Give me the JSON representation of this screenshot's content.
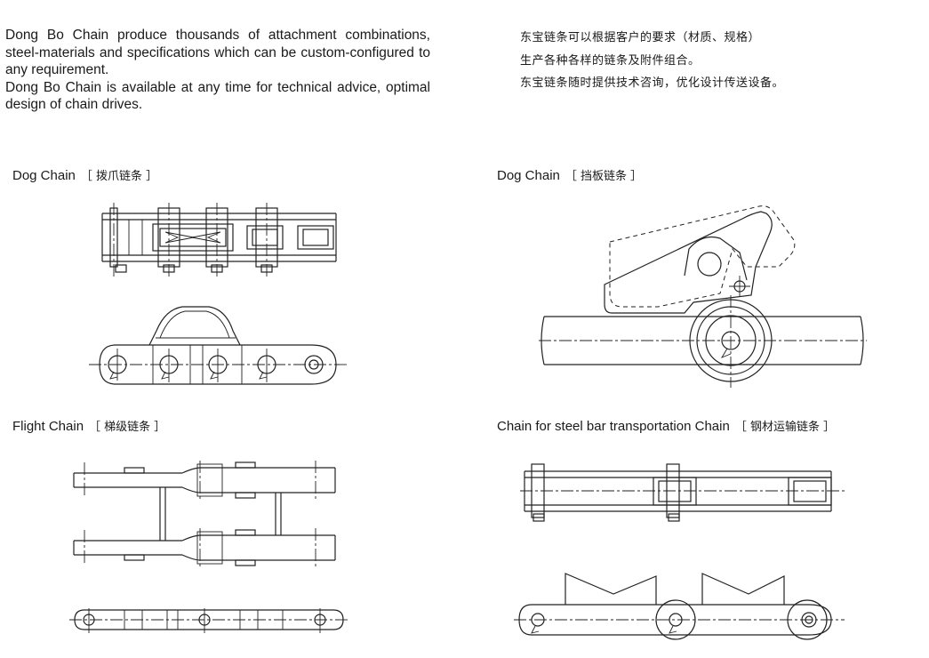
{
  "intro": {
    "en": [
      "Dong Bo Chain produce thousands of attachment combinations, steel-materials and specifications which can be custom-configured to any requirement.",
      "Dong Bo Chain is available at any time for technical advice, optimal design of chain drives."
    ],
    "zh": [
      "东宝链条可以根据客户的要求（材质、规格）",
      "生产各种各样的链条及附件组合。",
      "东宝链条随时提供技术咨询，优化设计传送设备。"
    ]
  },
  "sections": [
    {
      "en": "Dog Chain",
      "zh": "［ 拨爪链条 ］"
    },
    {
      "en": "Dog Chain",
      "zh": "［ 挡板链条 ］"
    },
    {
      "en": "Flight Chain",
      "zh": "［ 梯级链条 ］"
    },
    {
      "en": "Chain for steel bar transportation Chain",
      "zh": "［ 钢材运输链条 ］"
    }
  ]
}
